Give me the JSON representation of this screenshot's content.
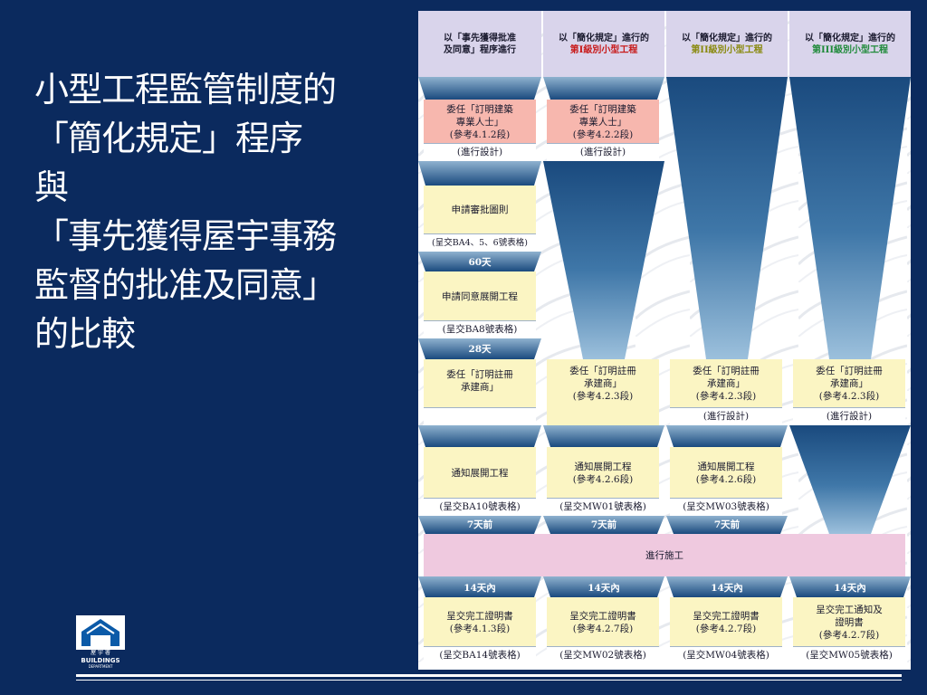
{
  "slide": {
    "title_lines": [
      "小型工程監管制度的",
      "「簡化規定」程序",
      "與",
      "「事先獲得屋宇事務",
      "監督的批准及同意」",
      "的比較"
    ]
  },
  "logo": {
    "line1": "屋 宇 署",
    "line2": "BUILDINGS",
    "line3": "DEPARTMENT",
    "icon": "buildings-department-logo"
  },
  "flowchart": {
    "headers": [
      {
        "line1": "以「事先獲得批准",
        "line2": "及同意」程序進行"
      },
      {
        "line1": "以「簡化規定」進行的",
        "line2": "第I級別小型工程"
      },
      {
        "line1": "以「簡化規定」進行的",
        "line2": "第II級別小型工程"
      },
      {
        "line1": "以「簡化規定」進行的",
        "line2": "第III級別小型工程"
      }
    ],
    "appoint_ap": [
      {
        "line1": "委任「訂明建築",
        "line2": "專業人士」",
        "ref": "(參考4.1.2段)",
        "sub": "(進行設計)"
      },
      {
        "line1": "委任「訂明建築",
        "line2": "專業人士」",
        "ref": "(參考4.2.2段)",
        "sub": "(進行設計)"
      }
    ],
    "plan_approval": {
      "main": "申請審批圖則",
      "sub": "(呈交BA4、5、6號表格)"
    },
    "days_60": "60天",
    "consent": {
      "main": "申請同意展開工程",
      "sub": "(呈交BA8號表格)"
    },
    "days_28": "28天",
    "appoint_rc": [
      {
        "line1": "委任「訂明註冊",
        "line2": "承建商」",
        "ref": "",
        "sub": ""
      },
      {
        "line1": "委任「訂明註冊",
        "line2": "承建商」",
        "ref": "(參考4.2.3段)",
        "sub": ""
      },
      {
        "line1": "委任「訂明註冊",
        "line2": "承建商」",
        "ref": "(參考4.2.3段)",
        "sub": "(進行設計)"
      },
      {
        "line1": "委任「訂明註冊",
        "line2": "承建商」",
        "ref": "(參考4.2.3段)",
        "sub": "(進行設計)"
      }
    ],
    "notify": [
      {
        "line1": "通知展開工程",
        "ref": "",
        "sub": "(呈交BA10號表格)"
      },
      {
        "line1": "通知展開工程",
        "ref": "(參考4.2.6段)",
        "sub": "(呈交MW01號表格)"
      },
      {
        "line1": "通知展開工程",
        "ref": "(參考4.2.6段)",
        "sub": "(呈交MW03號表格)"
      }
    ],
    "days_before": [
      "7天前",
      "7天前",
      "7天前"
    ],
    "construction": "進行施工",
    "days_within": [
      "14天內",
      "14天內",
      "14天內",
      "14天內"
    ],
    "completion": [
      {
        "line1": "呈交完工證明書",
        "line2": "",
        "ref": "(參考4.1.3段)",
        "sub": "(呈交BA14號表格)"
      },
      {
        "line1": "呈交完工證明書",
        "line2": "",
        "ref": "(參考4.2.7段)",
        "sub": "(呈交MW02號表格)"
      },
      {
        "line1": "呈交完工證明書",
        "line2": "",
        "ref": "(參考4.2.7段)",
        "sub": "(呈交MW04號表格)"
      },
      {
        "line1": "呈交完工通知及",
        "line2": "證明書",
        "ref": "(參考4.2.7段)",
        "sub": "(呈交MW05號表格)"
      }
    ]
  },
  "colors": {
    "background": "#0b2a5e",
    "header_box": "#d9d4eb",
    "ap_box": "#f7b7ae",
    "step_box": "#fbf5c3",
    "construction_box": "#efc9df",
    "arrow_dark": "#1a4a7e",
    "arrow_light": "#8fb2cf"
  }
}
